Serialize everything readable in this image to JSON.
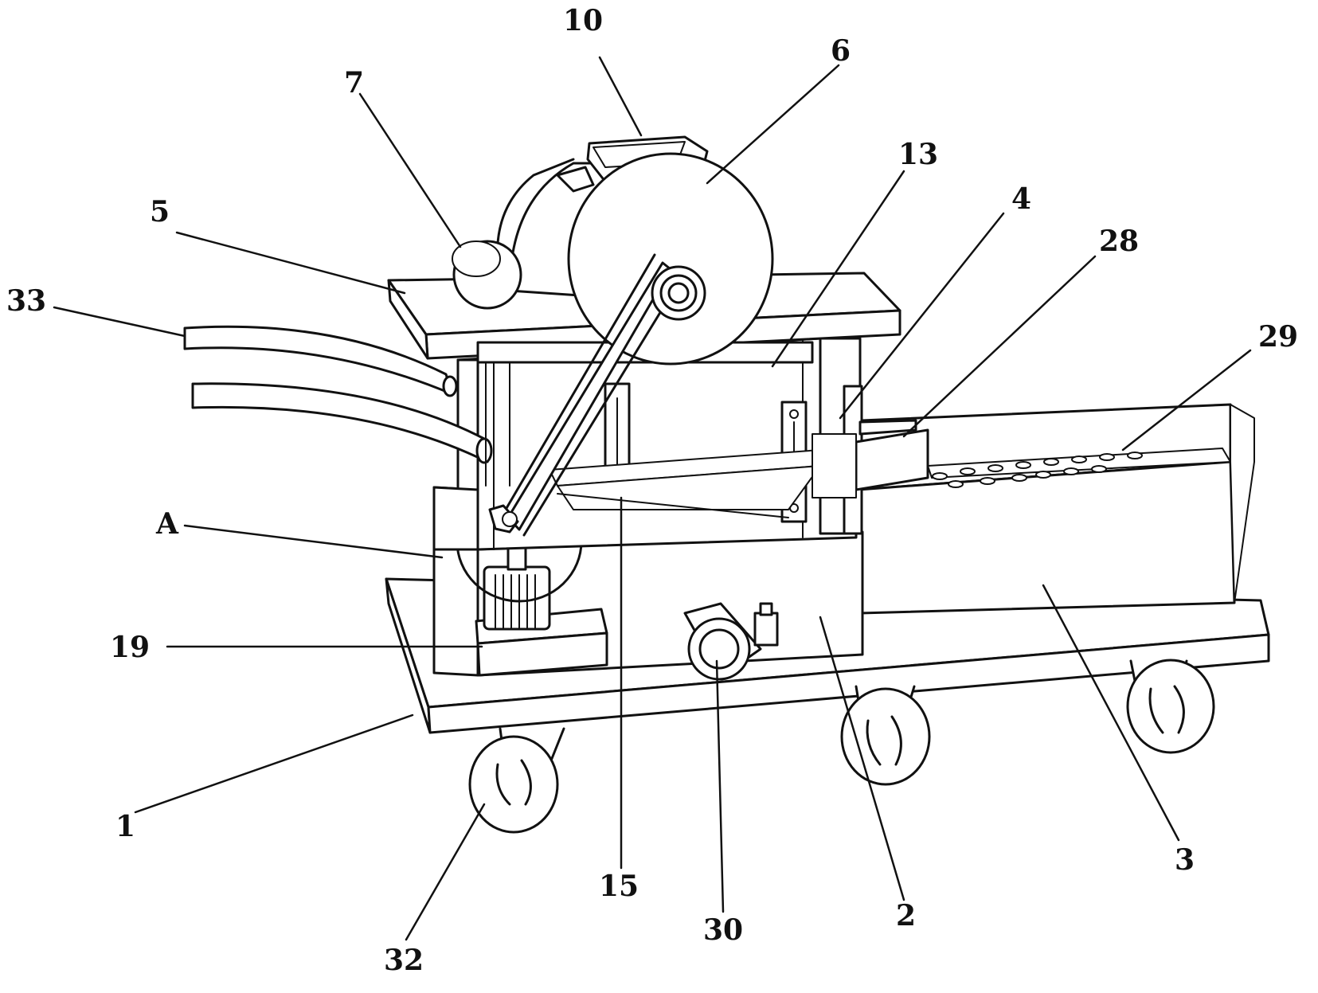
{
  "labels": {
    "l10": "10",
    "l6": "6",
    "l7": "7",
    "l13": "13",
    "l5": "5",
    "l4": "4",
    "l28": "28",
    "l33": "33",
    "l29": "29",
    "lA": "A",
    "l19": "19",
    "l1": "1",
    "l15": "15",
    "l30": "30",
    "l2": "2",
    "l3": "3",
    "l32": "32"
  }
}
